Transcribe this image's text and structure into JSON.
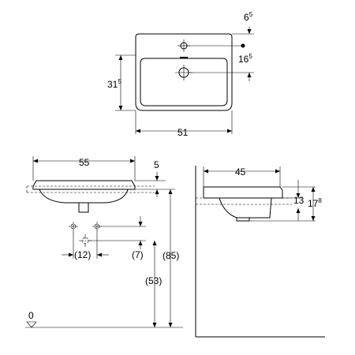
{
  "top_view": {
    "dim_width": "51",
    "dim_depth_main": "31",
    "dim_depth_sup": "5",
    "dim_tap_offset_main": "6",
    "dim_tap_offset_sup": "5",
    "dim_drain_offset_main": "16",
    "dim_drain_offset_sup": "5"
  },
  "front_view": {
    "dim_width": "55",
    "dim_rim": "5",
    "dim_waste_spacing": "(12)",
    "dim_waste_height": "(7)",
    "dim_floor_to_waste": "(53)",
    "dim_floor_to_rim": "(85)",
    "floor_level": "0"
  },
  "side_view": {
    "dim_width": "45",
    "dim_depth": "13",
    "dim_total_main": "17",
    "dim_total_sup": "8"
  }
}
